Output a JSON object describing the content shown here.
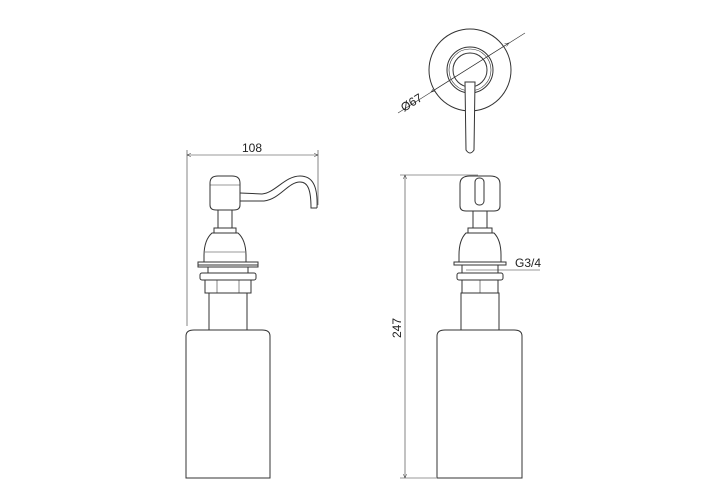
{
  "dimensions": {
    "width": "108",
    "height": "247",
    "diameter": "Ø67",
    "thread": "G3/4"
  },
  "colors": {
    "line": "#333333",
    "background": "#ffffff"
  }
}
